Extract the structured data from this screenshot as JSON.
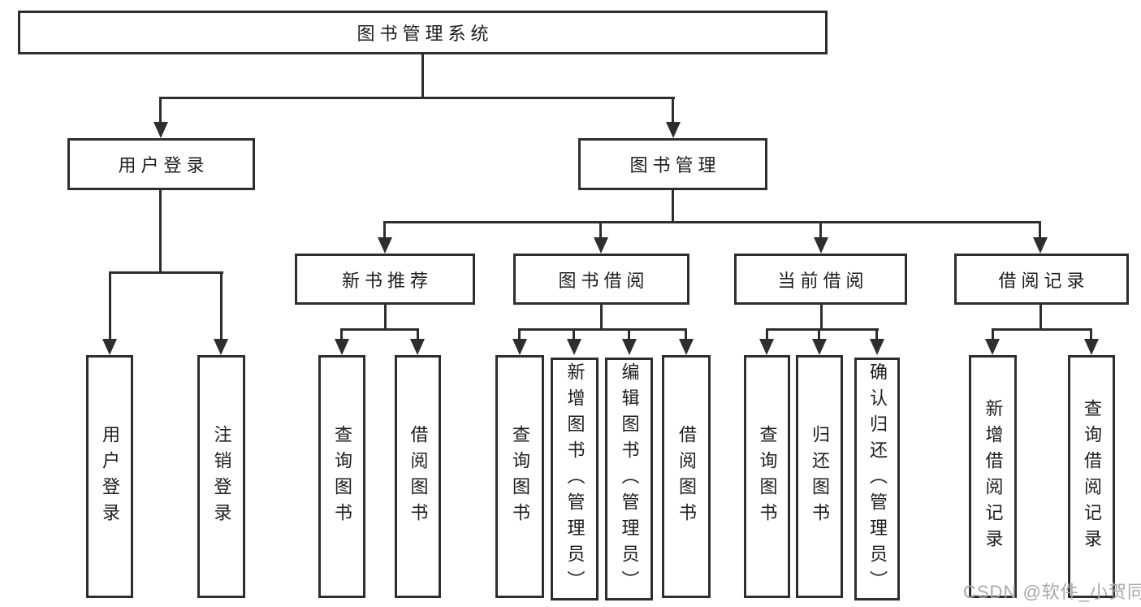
{
  "diagram": {
    "type": "hierarchy-tree",
    "root": "图书管理系统",
    "level2": {
      "user_login": "用户登录",
      "book_management": "图书管理"
    },
    "level3": {
      "new_book_rec": "新书推荐",
      "book_borrowing": "图书借阅",
      "current_borrowing": "当前借阅",
      "borrowing_records": "借阅记录"
    },
    "leaves": {
      "user_login": "用户登录",
      "logout": "注销登录",
      "rec_query_books": "查询图书",
      "rec_borrow_books": "借阅图书",
      "bb_query_books": "查询图书",
      "bb_add_books": "新增图书（管理员）",
      "bb_edit_books": "编辑图书（管理员）",
      "bb_borrow_books": "借阅图书",
      "cb_query_books": "查询图书",
      "cb_return_books": "归还图书",
      "cb_confirm_return": "确认归还（管理员）",
      "br_add_record": "新增借阅记录",
      "br_query_record": "查询借阅记录"
    }
  },
  "watermark": "CSDN @软件_小贺同学",
  "colors": {
    "line": "#2e2e2e",
    "text": "#1d1d1d",
    "background": "#ffffff",
    "watermark": "#a8a8a8"
  }
}
